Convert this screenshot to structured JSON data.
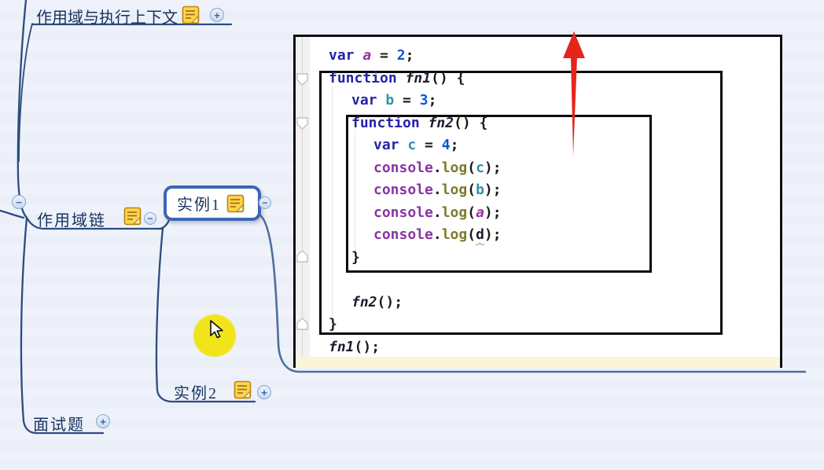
{
  "mindmap": {
    "root_collapse_glyph": "−",
    "top_node": {
      "label": "作用域与执行上下文",
      "expand_glyph": "+"
    },
    "scope_chain_node": {
      "label": "作用域链",
      "collapse_glyph": "−"
    },
    "example1_node": {
      "label": "实例1",
      "collapse_glyph": "−"
    },
    "example2_node": {
      "label": "实例2",
      "expand_glyph": "+"
    },
    "interview_node": {
      "label": "面试题",
      "expand_glyph": "+"
    }
  },
  "code_panel": {
    "lines": [
      {
        "indent": 0,
        "tokens": [
          [
            "kw",
            "var"
          ],
          [
            "pl",
            " "
          ],
          [
            "pvar",
            "a"
          ],
          [
            "pl",
            " = "
          ],
          [
            "num",
            "2"
          ],
          [
            "pl",
            ";"
          ]
        ]
      },
      {
        "indent": 0,
        "tokens": [
          [
            "kw",
            "function"
          ],
          [
            "pl",
            " "
          ],
          [
            "fn",
            "fn1"
          ],
          [
            "pl",
            "() {"
          ]
        ]
      },
      {
        "indent": 1,
        "tokens": [
          [
            "kw",
            "var"
          ],
          [
            "pl",
            " "
          ],
          [
            "tl",
            "b"
          ],
          [
            "pl",
            " = "
          ],
          [
            "num",
            "3"
          ],
          [
            "pl",
            ";"
          ]
        ]
      },
      {
        "indent": 1,
        "tokens": [
          [
            "kw",
            "function"
          ],
          [
            "pl",
            " "
          ],
          [
            "fn",
            "fn2"
          ],
          [
            "pl",
            "() {"
          ]
        ]
      },
      {
        "indent": 2,
        "tokens": [
          [
            "kw",
            "var"
          ],
          [
            "pl",
            " "
          ],
          [
            "tl",
            "c"
          ],
          [
            "pl",
            " = "
          ],
          [
            "num",
            "4"
          ],
          [
            "pl",
            ";"
          ]
        ]
      },
      {
        "indent": 2,
        "tokens": [
          [
            "cons",
            "console"
          ],
          [
            "pl",
            "."
          ],
          [
            "log",
            "log"
          ],
          [
            "pl",
            "("
          ],
          [
            "tl",
            "c"
          ],
          [
            "pl",
            ");"
          ]
        ]
      },
      {
        "indent": 2,
        "tokens": [
          [
            "cons",
            "console"
          ],
          [
            "pl",
            "."
          ],
          [
            "log",
            "log"
          ],
          [
            "pl",
            "("
          ],
          [
            "tl",
            "b"
          ],
          [
            "pl",
            ");"
          ]
        ]
      },
      {
        "indent": 2,
        "tokens": [
          [
            "cons",
            "console"
          ],
          [
            "pl",
            "."
          ],
          [
            "log",
            "log"
          ],
          [
            "pl",
            "("
          ],
          [
            "pvar",
            "a"
          ],
          [
            "pl",
            ");"
          ]
        ]
      },
      {
        "indent": 2,
        "tokens": [
          [
            "cons",
            "console"
          ],
          [
            "pl",
            "."
          ],
          [
            "log",
            "log"
          ],
          [
            "pl",
            "("
          ],
          [
            "err",
            "d"
          ],
          [
            "pl",
            ");"
          ]
        ]
      },
      {
        "indent": 1,
        "tokens": [
          [
            "pl",
            "}"
          ]
        ]
      },
      {
        "indent": 0,
        "tokens": []
      },
      {
        "indent": 1,
        "tokens": [
          [
            "fn",
            "fn2"
          ],
          [
            "pl",
            "();"
          ]
        ]
      },
      {
        "indent": 0,
        "tokens": [
          [
            "pl",
            "}"
          ]
        ]
      },
      {
        "indent": 0,
        "tokens": [
          [
            "fn",
            "fn1"
          ],
          [
            "pl",
            "();"
          ]
        ]
      }
    ]
  },
  "colors": {
    "branch": "#2a4d80",
    "image_branch": "#4d6f9d",
    "node_text": "#17335f",
    "selected_border": "#3c66b4",
    "note_yellow": "#fdd44f",
    "halo_yellow": "#f2e41a",
    "arrow_red": "#e5241c",
    "tokens": {
      "kw": "#2323a8",
      "pvar": "#99309b",
      "fn": "#1c1c2e",
      "num": "#1254d6",
      "tl": "#2d93a8",
      "cons": "#8a35a5",
      "log": "#7d7b2c",
      "pl": "#1a1a1a",
      "err": "#1c1c2e"
    }
  }
}
